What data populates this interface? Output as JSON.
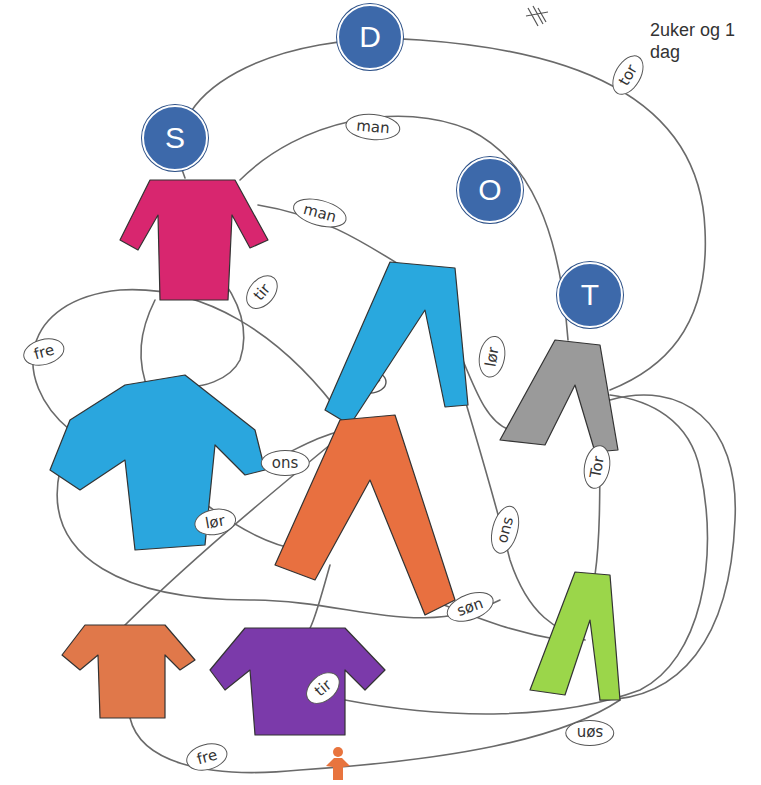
{
  "diagram": {
    "nodes": [
      {
        "text": [
          "D"
        ]
      },
      {
        "text": [
          "tor"
        ]
      },
      {
        "text": [
          "man"
        ]
      },
      {
        "text": [
          "S"
        ]
      },
      {
        "text": [
          "O"
        ]
      },
      {
        "text": [
          "man"
        ]
      },
      {
        "text": [
          "tir"
        ]
      },
      {
        "text": [
          "T"
        ]
      },
      {
        "text": [
          "fre"
        ]
      },
      {
        "text": [
          "lør"
        ]
      },
      {
        "text": [
          "ons"
        ]
      },
      {
        "text": [
          "Tor"
        ]
      },
      {
        "text": [
          "lør"
        ]
      },
      {
        "text": [
          "ons"
        ]
      },
      {
        "text": [
          "søn"
        ]
      },
      {
        "text": [
          "tir"
        ]
      },
      {
        "text": [
          "søn"
        ]
      },
      {
        "text": [
          "fre"
        ]
      }
    ],
    "labels": [
      "2uker og 1 dag"
    ]
  }
}
